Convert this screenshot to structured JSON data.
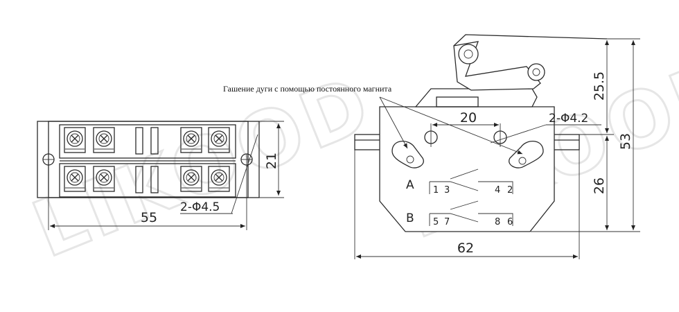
{
  "watermark": {
    "left": "LIKOOD",
    "right": "LIKOOD"
  },
  "annotation": "Гашение дуги с помощью постоянного магнита",
  "front_view": {
    "width_dim": "55",
    "height_dim": "21",
    "holes_label": "2-Φ4.5"
  },
  "side_view": {
    "hole_spacing_dim": "20",
    "holes_label": "2-Φ4.2",
    "top_height_dim": "25.5",
    "total_height_dim": "53",
    "body_height_dim": "26",
    "width_dim": "62",
    "contacts": {
      "group_a": {
        "label": "A",
        "left_nc": "1",
        "left_no": "3",
        "right_no": "4",
        "right_nc": "2"
      },
      "group_b": {
        "label": "B",
        "left_nc": "5",
        "left_no": "7",
        "right_no": "8",
        "right_nc": "6"
      }
    }
  }
}
